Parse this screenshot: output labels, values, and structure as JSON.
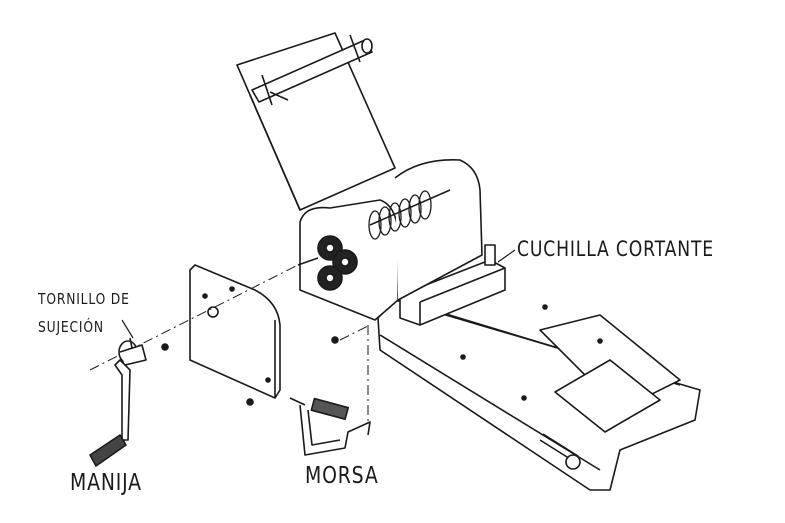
{
  "labels": {
    "blade": "CUCHILLA CORTANTE",
    "screw_line1": "TORNILLO DE",
    "screw_line2": "SUJECIÓN",
    "handle": "MANIJA",
    "clamp": "MORSA"
  },
  "colors": {
    "line": "#1a1a1a",
    "background": "#ffffff"
  }
}
